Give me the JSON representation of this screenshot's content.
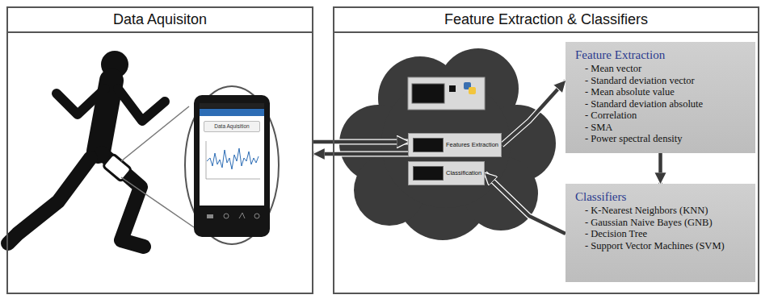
{
  "diagram": {
    "nodes": [
      {
        "text": [
          "Data Aquisiton"
        ]
      },
      {
        "text": [
          "Feature Extraction & Classifiers"
        ]
      },
      {
        "text": [
          "Data Aquisition"
        ],
        "in": 0
      },
      {
        "text": [
          "Features Extraction"
        ],
        "in": 1
      },
      {
        "text": [
          "Classification"
        ],
        "in": 1
      },
      {
        "text": [
          "Feature Extraction",
          "- Mean vector",
          "- Standard deviation vector",
          "- Mean absolute value",
          "- Standard deviation absolute",
          "- Correlation",
          "- SMA",
          "- Power spectral density"
        ],
        "in": 1
      },
      {
        "text": [
          "Classifiers",
          "- K-Nearest Neighbors (KNN)",
          "- Gaussian Naive Bayes (GNB)",
          "- Decision Tree",
          "- Support Vector Machines (SVM)"
        ],
        "in": 1
      }
    ],
    "edges": [
      {
        "from": 0,
        "to": 3,
        "arrow": "to"
      },
      {
        "from": 3,
        "to": 0,
        "arrow": "to"
      },
      {
        "from": 3,
        "to": 5,
        "arrow": "to"
      },
      {
        "from": 5,
        "to": 6,
        "arrow": "to"
      },
      {
        "from": 6,
        "to": 4,
        "arrow": "to"
      }
    ]
  }
}
